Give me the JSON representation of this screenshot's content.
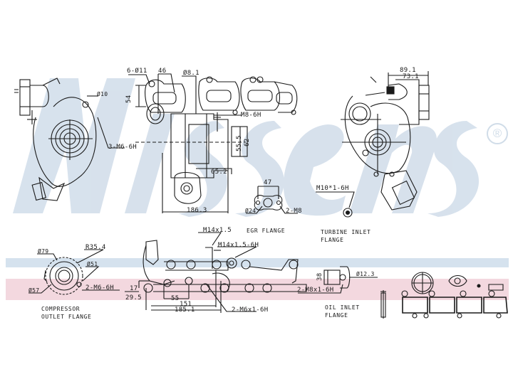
{
  "watermark": {
    "brand": "Nissens",
    "registered_mark": "®",
    "color": "#d5e0ec"
  },
  "colors": {
    "line": "#1a1a1a",
    "band_blue": "#d5e2ee",
    "band_pink": "#f3d8df",
    "background": "#ffffff"
  },
  "views": {
    "side_view": {
      "dims": {
        "bolts": "3-M6-6H",
        "hole": "Ø10"
      }
    },
    "front_view": {
      "dims": {
        "holes": "6-Ø11",
        "width_46": "46",
        "dia_8_1": "Ø8.1",
        "height_54": "54",
        "thread": "M8-6H",
        "h_55_5": "55.5",
        "h_62": "62",
        "d_65_2": "65.2",
        "w_186_3": "186.3"
      }
    },
    "rear_view": {
      "dims": {
        "w_89_1": "89.1",
        "w_73_1": "73.1"
      }
    },
    "egr_flange": {
      "caption": "EGR FLANGE",
      "dims": {
        "pitch": "47",
        "bore": "Ø24",
        "bolts": "2-M8"
      }
    },
    "turbine_inlet_flange": {
      "caption_line1": "TURBINE INLET",
      "caption_line2": "FLANGE",
      "dims": {
        "thread": "M10*1-6H"
      }
    },
    "compressor_outlet_flange": {
      "caption_line1": "COMPRESSOR",
      "caption_line2": "OUTLET FLANGE",
      "dims": {
        "outer": "Ø79",
        "radius": "R35.4",
        "inner": "Ø51",
        "bore": "Ø57",
        "bolts": "2-M6-6H"
      }
    },
    "bottom_view": {
      "dims": {
        "thread_a": "M14x1.5",
        "thread_b": "M14x1.5-6H",
        "h_17": "17",
        "h_29_5": "29.5",
        "w_55": "55",
        "w_151": "151",
        "w_185_1": "185.1",
        "bolts": "2-M6x1-6H"
      }
    },
    "oil_inlet_flange": {
      "caption_line1": "OIL INLET",
      "caption_line2": "FLANGE",
      "dims": {
        "h_38": "38",
        "bore": "Ø12.3",
        "bolts": "2-M8x1-6H"
      }
    },
    "gasket_kit": {
      "items": [
        "stud",
        "gasket-1",
        "gasket-2",
        "gasket-3",
        "gasket-4",
        "round-gasket",
        "oval-gasket",
        "washer",
        "small-gasket"
      ]
    }
  }
}
